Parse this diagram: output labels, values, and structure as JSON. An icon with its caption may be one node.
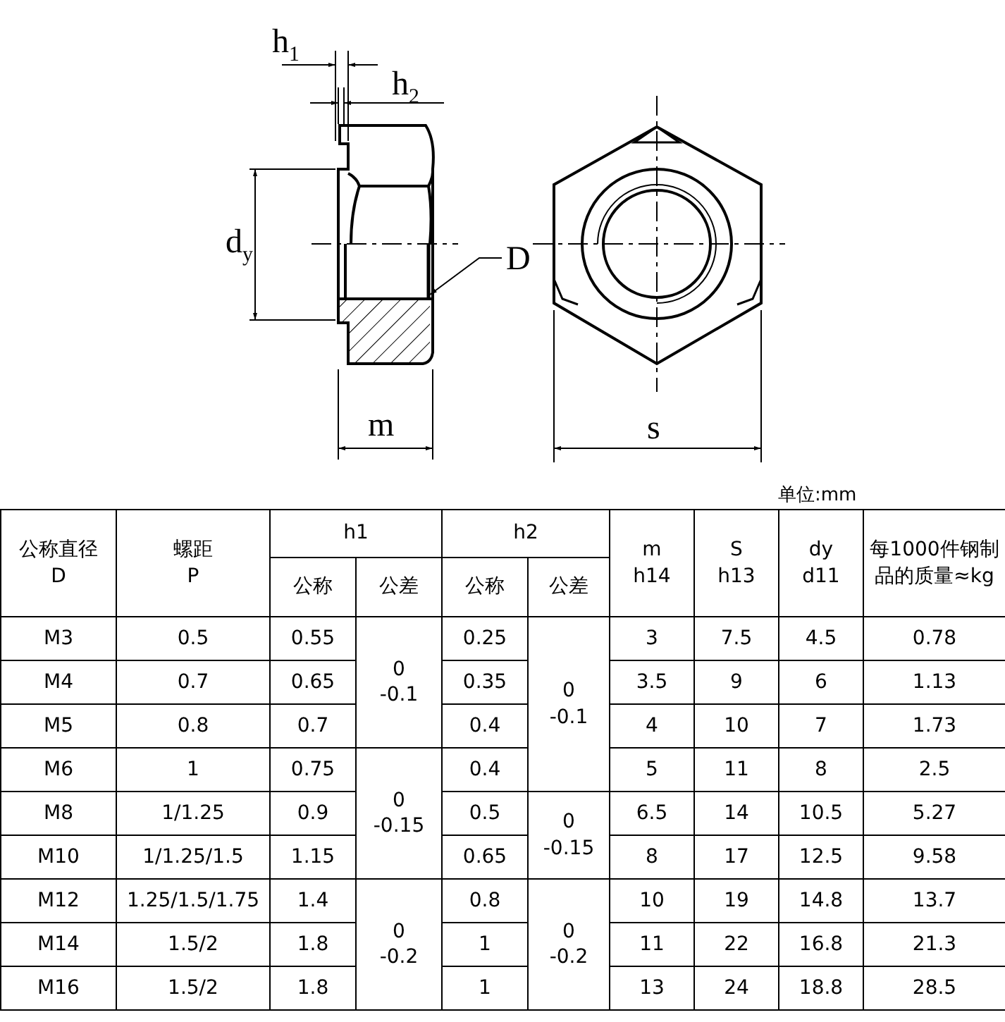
{
  "diagram": {
    "nodes": [
      {
        "text": [
          "D"
        ]
      },
      {
        "text": [],
        "shape": "picture"
      }
    ],
    "edges": [
      {
        "from": 0,
        "to": 1,
        "arrow": "to"
      }
    ],
    "labels": [
      "h$_{1}$",
      "h$_{2}$",
      "d$_{y}$",
      "m",
      "s",
      "单位:mm",
      "公称直径 D",
      "螺距 P",
      "h1",
      "h2",
      "m h14",
      "S h13",
      "dy d11",
      "每1000件钢制品的质量≈kg",
      "公称",
      "公差",
      "公称",
      "公差",
      "M3",
      "0.5",
      "0.55",
      "0 -0.1",
      "0.25",
      "0 -0.1",
      "3",
      "7.5",
      "4.5",
      "0.78",
      "M4",
      "0.7",
      "0.65",
      "0.35",
      "3.5",
      "9",
      "6",
      "1.13",
      "M5",
      "0.8",
      "0.7",
      "0.4",
      "4",
      "10",
      "7",
      "1.73",
      "M6",
      "1",
      "0.75",
      "0 -0.15",
      "0.4",
      "5",
      "11",
      "8",
      "2.5",
      "M8",
      "1/1.25",
      "0.9",
      "0.5",
      "0 -0.15",
      "6.5",
      "14",
      "10.5",
      "5.27",
      "M10",
      "1/1.25/1.5",
      "1.15",
      "0.65",
      "8",
      "17",
      "12.5",
      "9.58",
      "M12",
      "1.25/1.5/1.75",
      "1.4",
      "0 -0.2",
      "0.8",
      "0 -0.2",
      "10",
      "19",
      "14.8",
      "13.7",
      "M14",
      "1.5/2",
      "1.8",
      "1",
      "11",
      "22",
      "16.8",
      "21.3",
      "M16",
      "1.5/2",
      "1.8",
      "1",
      "13",
      "24",
      "18.8",
      "28.5"
    ]
  }
}
